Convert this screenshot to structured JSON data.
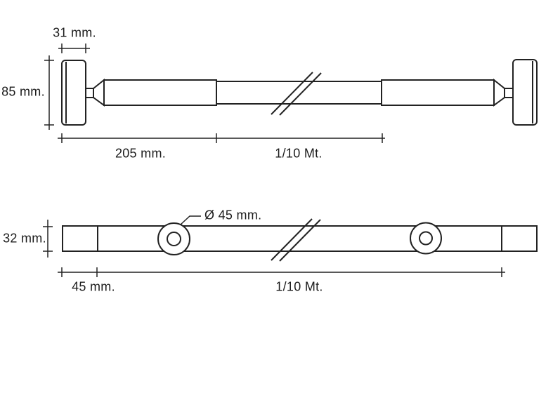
{
  "colors": {
    "background": "#ffffff",
    "line": "#222222",
    "text": "#1c1c1c"
  },
  "top_drawing": {
    "dim_cap_width": "31 mm.",
    "dim_cap_height": "85 mm.",
    "dim_first_section": "205 mm.",
    "dim_total_length": "1/10 Mt."
  },
  "bottom_drawing": {
    "dim_bar_height": "32 mm.",
    "dim_hole_diameter": "Ø 45 mm.",
    "dim_end_offset": "45 mm.",
    "dim_total_length": "1/10 Mt."
  }
}
